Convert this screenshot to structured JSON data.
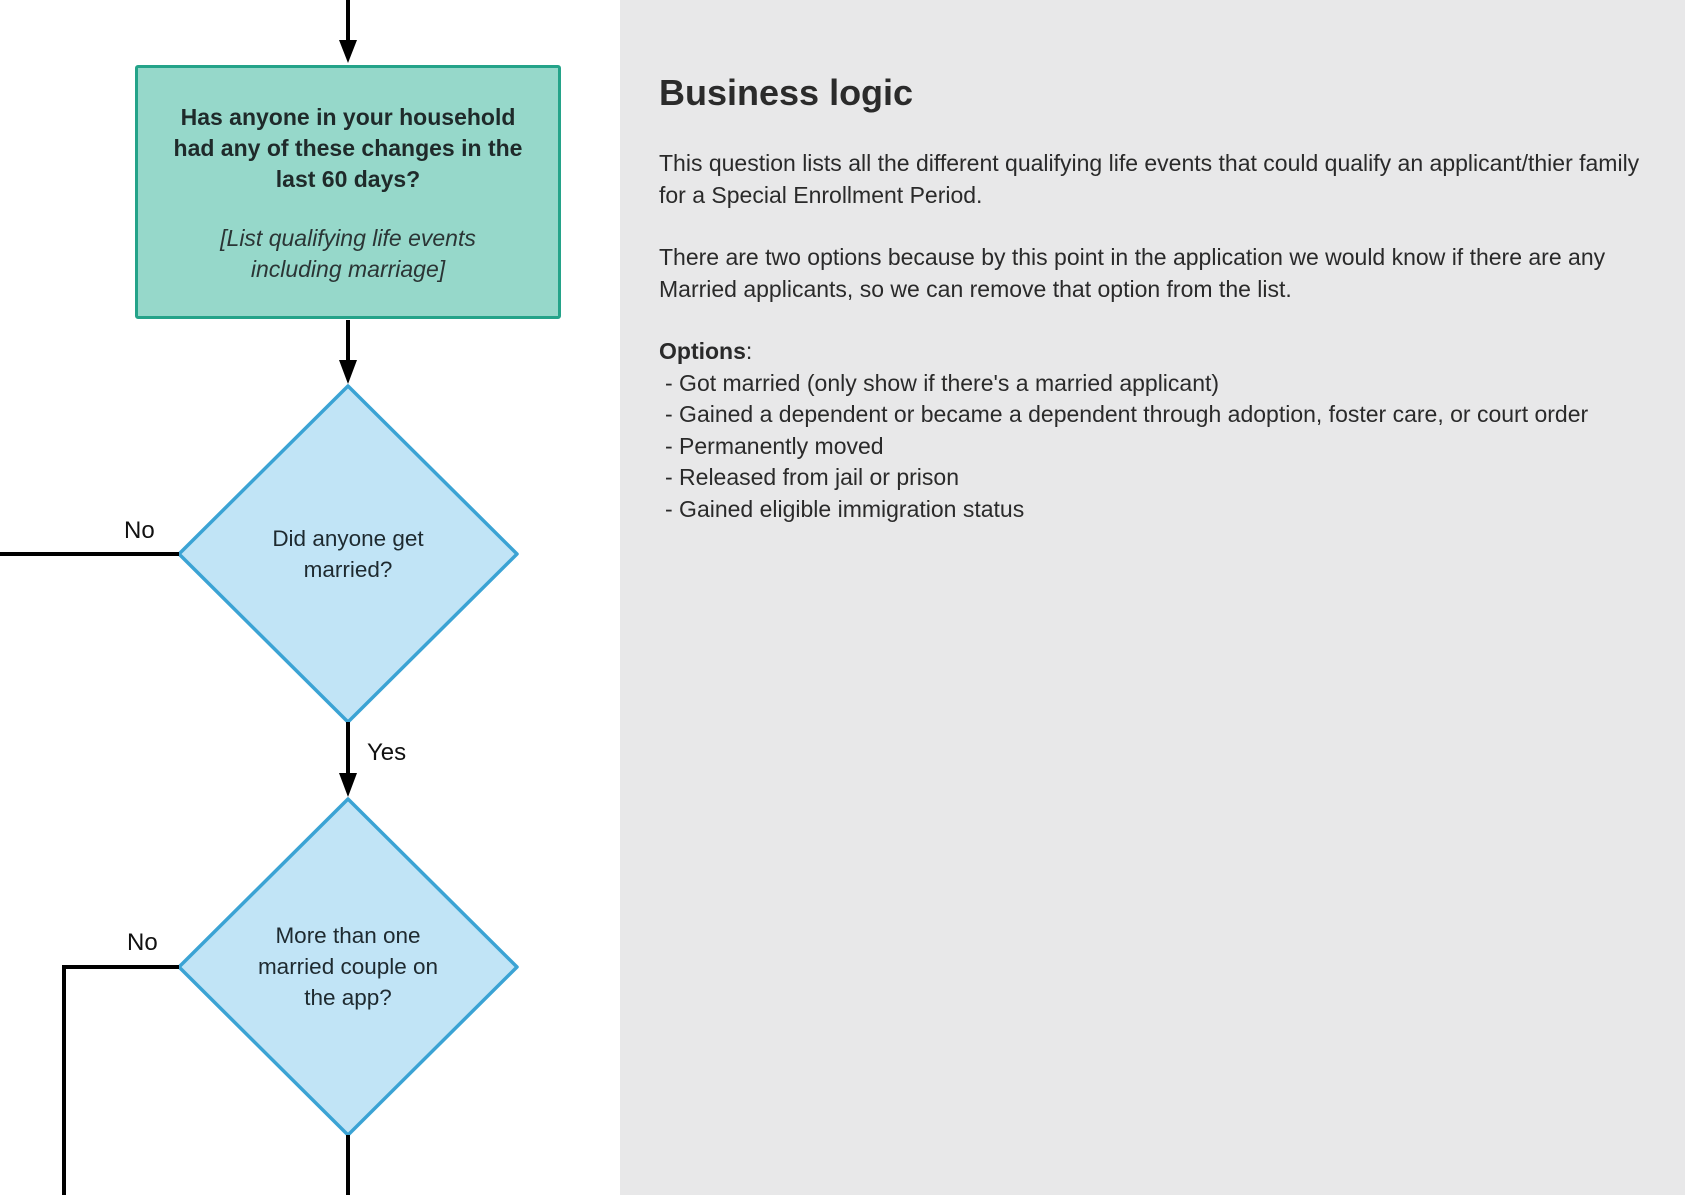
{
  "flowchart": {
    "process_question": "Has anyone in your household had any of these changes in the last 60 days?",
    "process_note": "[List qualifying life events including marriage]",
    "decision_1": "Did anyone get married?",
    "decision_2": "More than one married couple on the app?",
    "label_no_1": "No",
    "label_yes": "Yes",
    "label_no_2": "No",
    "colors": {
      "process_fill": "#96d8ca",
      "process_border": "#24a389",
      "decision_fill": "#c1e4f6",
      "decision_border": "#3ba3d4",
      "connector": "#000000"
    }
  },
  "business_logic": {
    "title": "Business logic",
    "paragraph_1": "This question lists all the different qualifying life events that could qualify an applicant/thier family for a Special Enrollment Period.",
    "paragraph_2": "There are two options because by this point in the application we would know if there are any Married applicants, so we can remove that option from the list.",
    "options_label": "Options",
    "options_colon": ":",
    "options": [
      "- Got married (only show if there's a married applicant)",
      "- Gained a dependent or became a dependent through adoption, foster care, or court order",
      "- Permanently moved",
      "- Released from jail or prison",
      "- Gained eligible immigration status"
    ],
    "panel_color": "#e8e8e9"
  }
}
